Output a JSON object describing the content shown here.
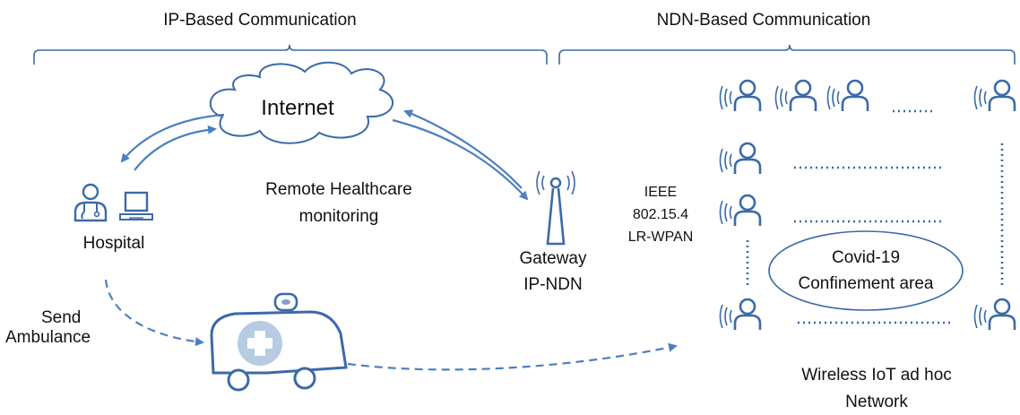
{
  "colors": {
    "stroke": "#3b6aa8",
    "arrow": "#4b7fc0",
    "ambulance_cross": "#b7cbe3",
    "text": "#111111"
  },
  "sections": {
    "ip_title": "IP-Based Communication",
    "ndn_title": "NDN-Based Communication"
  },
  "cloud": {
    "label": "Internet",
    "icon": "cloud-icon"
  },
  "hospital": {
    "label": "Hospital",
    "icons": [
      "doctor-icon",
      "computer-icon"
    ]
  },
  "remote": {
    "line1": "Remote Healthcare",
    "line2": "monitoring"
  },
  "gateway": {
    "line1": "Gateway",
    "line2": "IP-NDN",
    "icon": "antenna-tower-icon"
  },
  "standard": {
    "line1": "IEEE",
    "line2": "802.15.4",
    "line3": "LR-WPAN"
  },
  "ambulance": {
    "line1": "Send",
    "line2": "Ambulance",
    "icon": "ambulance-icon"
  },
  "confinement": {
    "line1": "Covid-19",
    "line2": "Confinement area"
  },
  "network": {
    "line1": "Wireless IoT ad hoc",
    "line2": "Network",
    "node_icon": "person-with-wireless-icon"
  }
}
